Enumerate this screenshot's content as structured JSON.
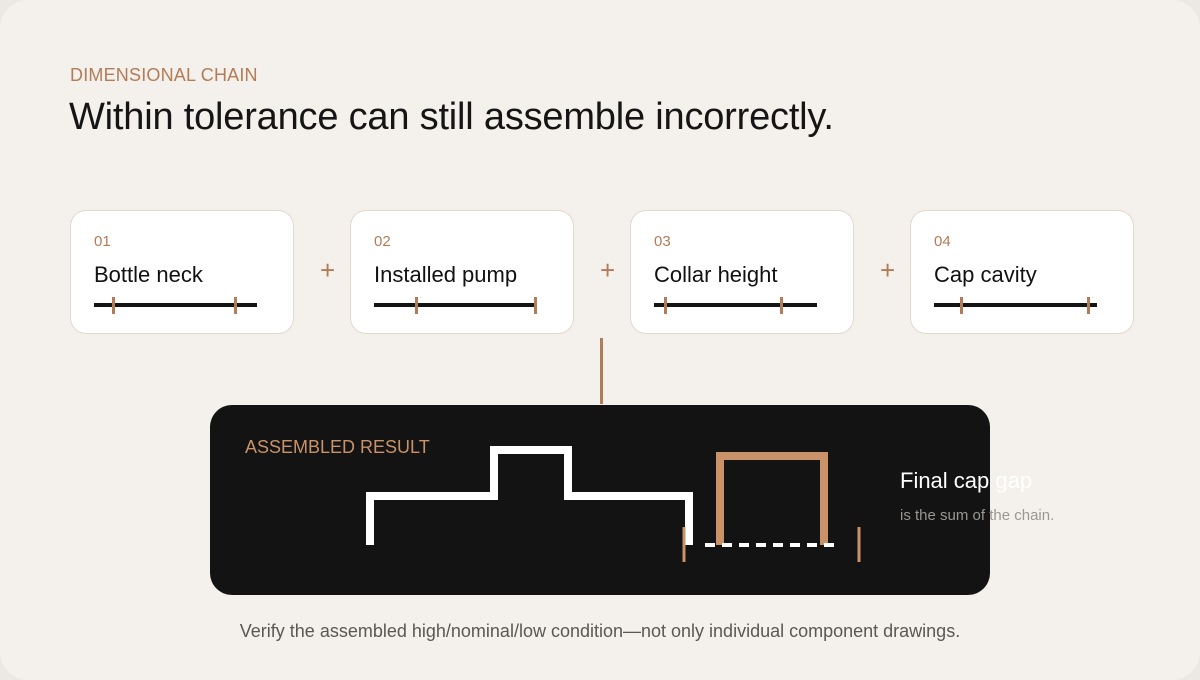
{
  "header": {
    "eyebrow": "DIMENSIONAL CHAIN",
    "title": "Within tolerance can still assemble incorrectly."
  },
  "chain": [
    {
      "number": "01",
      "label": "Bottle neck",
      "ticks": [
        0.12,
        0.87
      ]
    },
    {
      "number": "02",
      "label": "Installed pump",
      "ticks": [
        0.26,
        0.99
      ]
    },
    {
      "number": "03",
      "label": "Collar height",
      "ticks": [
        0.07,
        0.78
      ]
    },
    {
      "number": "04",
      "label": "Cap cavity",
      "ticks": [
        0.17,
        0.95
      ]
    }
  ],
  "operator": "+",
  "result": {
    "label": "ASSEMBLED RESULT",
    "gap_title": "Final cap gap",
    "gap_subtitle": "is the sum of the chain."
  },
  "footnote": "Verify the assembled high/nominal/low condition—not only individual component drawings.",
  "colors": {
    "accent": "#b27c58",
    "dark_panel": "#131313",
    "background": "#f4f0eb",
    "text": "#151515"
  }
}
